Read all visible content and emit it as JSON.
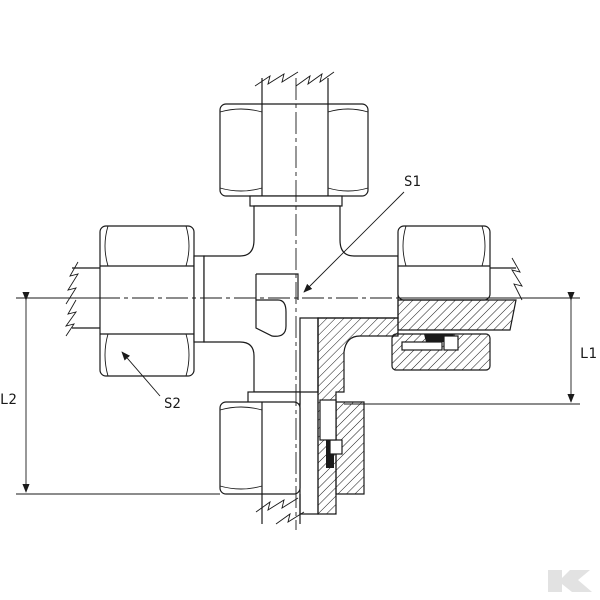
{
  "labels": {
    "s1": "S1",
    "s2": "S2",
    "l1": "L1",
    "l2": "L2"
  },
  "logo": {
    "icon": "k-brand-logo-icon",
    "color": "#e2e2e2"
  }
}
